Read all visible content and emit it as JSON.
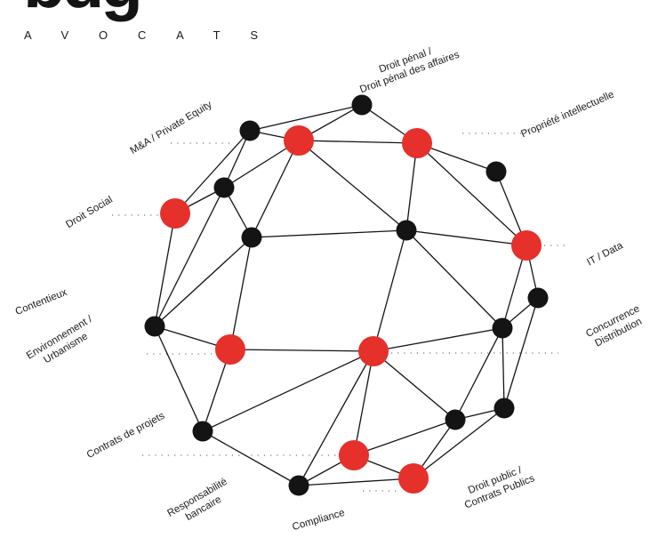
{
  "logo": {
    "wordmark": "bdg",
    "tagline": "AVOCATS"
  },
  "colors": {
    "red": "#e5302c",
    "black": "#141414",
    "text": "#1a1a1a"
  },
  "labels": {
    "droit_penal": [
      "Droit pénal /",
      "Droit pénal des affaires"
    ],
    "propriete": [
      "Propriété  intellectuelle"
    ],
    "ma": [
      "M&A / Private Equity"
    ],
    "droit_social": [
      "Droit Social"
    ],
    "it_data": [
      "IT / Data"
    ],
    "contentieux": [
      "Contentieux"
    ],
    "environnement": [
      "Environnement /",
      "Urbanisme"
    ],
    "concurrence": [
      "Concurrence",
      "Distribution"
    ],
    "contrats_projets": [
      "Contrats de projets"
    ],
    "responsabilite": [
      "Responsabilité",
      "bancaire"
    ],
    "compliance": [
      "Compliance"
    ],
    "droit_public": [
      "Droit public /",
      "Contrats Publics"
    ]
  }
}
